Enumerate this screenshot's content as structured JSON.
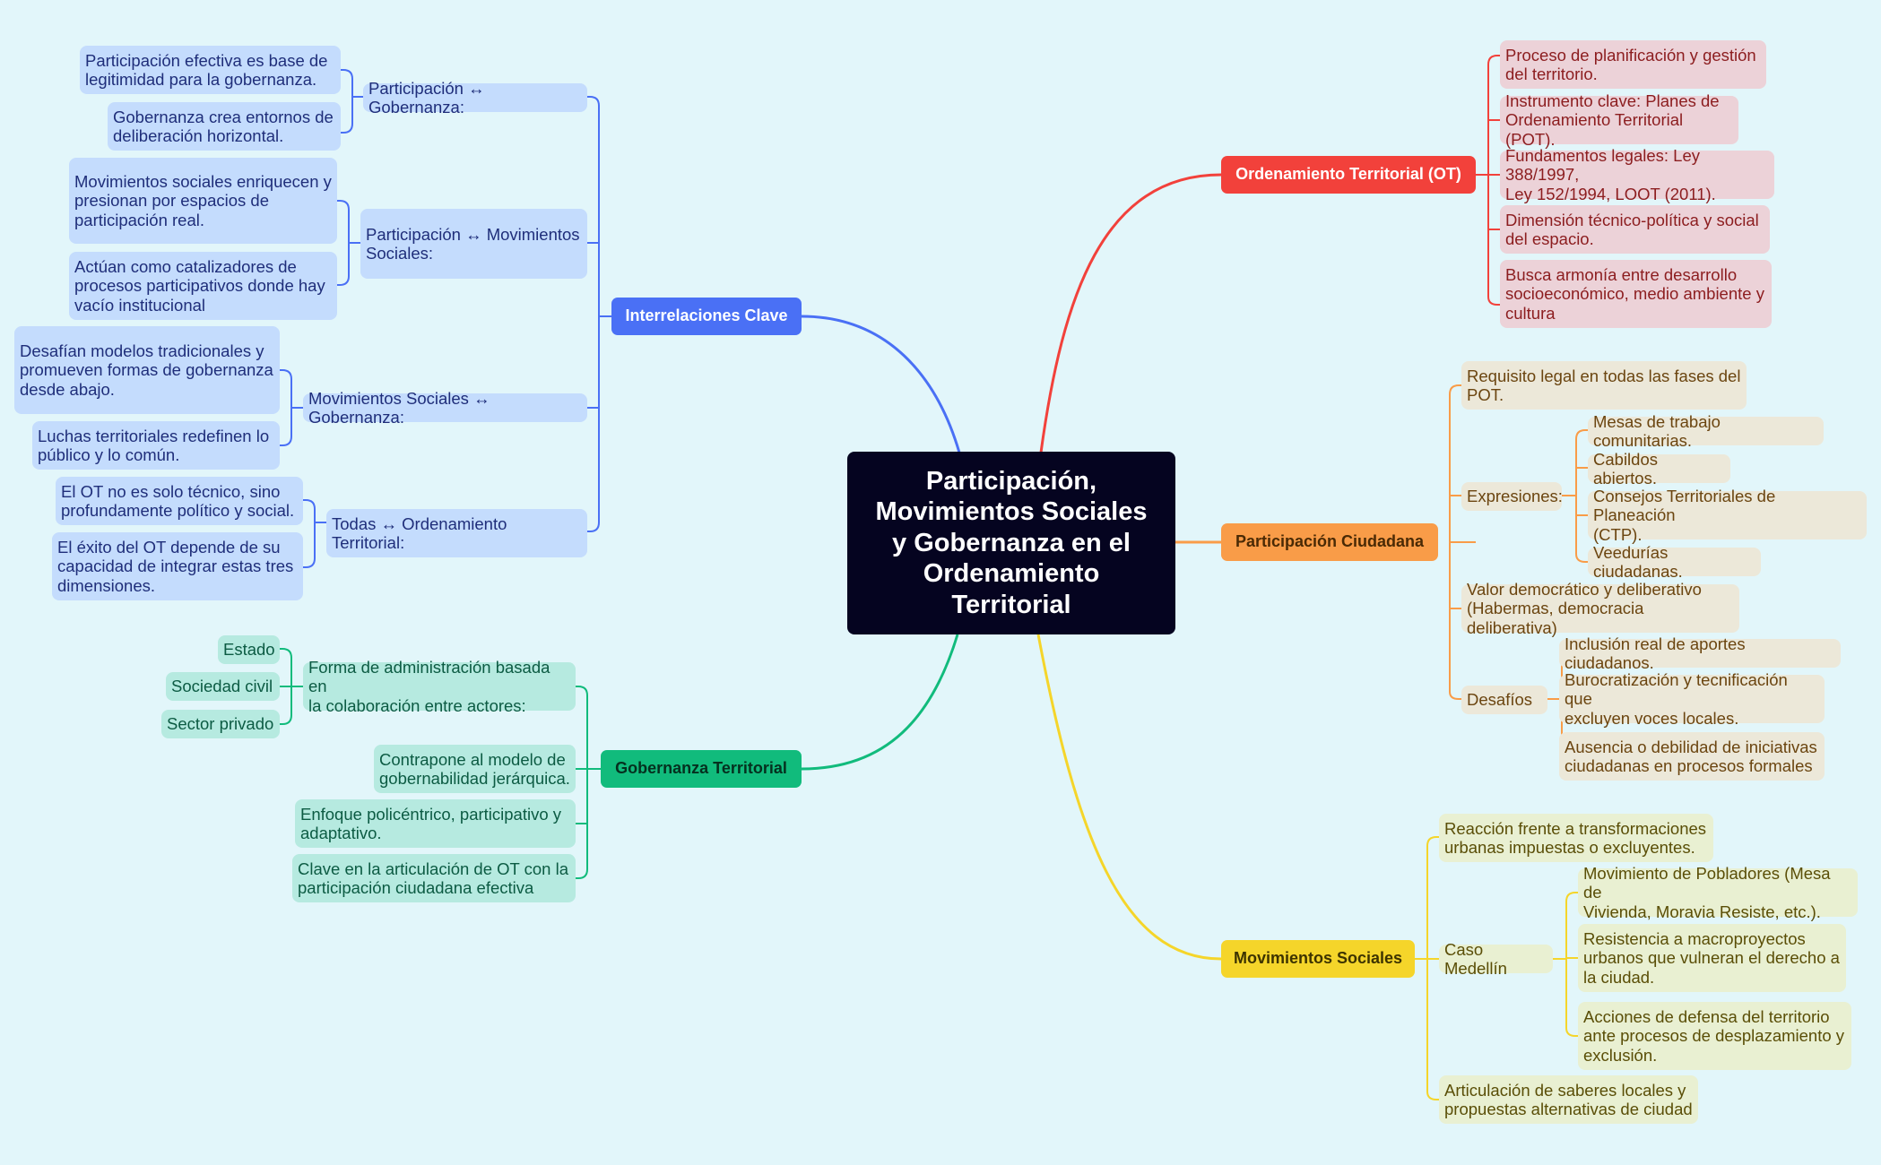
{
  "title": "Participación,\nMovimientos Sociales\ny Gobernanza en el\nOrdenamiento\nTerritorial",
  "colors": {
    "background": "#e2f6fa",
    "ordenamiento": "#f2413b",
    "participacion": "#f99c48",
    "movimientos": "#f5d52a",
    "gobernanza": "#11bb7c",
    "interrelaciones": "#4a70f5"
  },
  "ordenamiento": {
    "label": "Ordenamiento Territorial (OT)",
    "items": [
      "Proceso de planificación y gestión\ndel territorio.",
      "Instrumento clave: Planes de\nOrdenamiento Territorial (POT).",
      "Fundamentos legales: Ley 388/1997,\nLey 152/1994, LOOT (2011).",
      "Dimensión técnico-política y social\ndel espacio.",
      "Busca armonía entre desarrollo\nsocioeconómico, medio ambiente y\ncultura"
    ]
  },
  "participacion": {
    "label": "Participación Ciudadana",
    "requisito": "Requisito legal en todas las fases del\nPOT.",
    "expresiones": {
      "label": "Expresiones:",
      "items": [
        "Mesas de trabajo comunitarias.",
        "Cabildos abiertos.",
        "Consejos Territoriales de Planeación\n(CTP).",
        "Veedurías ciudadanas."
      ]
    },
    "valor": "Valor democrático y deliberativo\n(Habermas, democracia deliberativa)",
    "desafios": {
      "label": "Desafíos",
      "items": [
        "Inclusión real de aportes ciudadanos.",
        "Burocratización y tecnificación que\nexcluyen voces locales.",
        "Ausencia o debilidad de iniciativas\nciudadanas en procesos formales"
      ]
    }
  },
  "movimientos": {
    "label": "Movimientos Sociales",
    "reaccion": "Reacción frente a transformaciones\nurbanas impuestas o excluyentes.",
    "caso": {
      "label": "Caso Medellín",
      "items": [
        "Movimiento de Pobladores (Mesa de\nVivienda, Moravia Resiste, etc.).",
        "Resistencia a macroproyectos\nurbanos que vulneran el derecho a\nla ciudad.",
        "Acciones de defensa del territorio\nante procesos de desplazamiento y\nexclusión."
      ]
    },
    "articulacion": "Articulación de saberes locales y\npropuestas alternativas de ciudad"
  },
  "gobernanza": {
    "label": "Gobernanza Territorial",
    "forma": {
      "label": "Forma de administración basada en\nla colaboración entre actores:",
      "items": [
        "Estado",
        "Sociedad civil",
        "Sector privado"
      ]
    },
    "items": [
      "Contrapone al modelo de\ngobernabilidad jerárquica.",
      "Enfoque policéntrico, participativo y\nadaptativo.",
      "Clave en la articulación de OT con la\nparticipación ciudadana efectiva"
    ]
  },
  "interrelaciones": {
    "label": "Interrelaciones Clave",
    "groups": [
      {
        "label": "Participación ↔ Gobernanza:",
        "items": [
          "Participación efectiva es base de\nlegitimidad para la gobernanza.",
          "Gobernanza crea entornos de\ndeliberación horizontal."
        ]
      },
      {
        "label": "Participación ↔ Movimientos\nSociales:",
        "items": [
          "Movimientos sociales enriquecen y\npresionan por espacios de\nparticipación real.",
          "Actúan como catalizadores de\nprocesos participativos donde hay\nvacío institucional"
        ]
      },
      {
        "label": "Movimientos Sociales ↔ Gobernanza:",
        "items": [
          "Desafían modelos tradicionales y\npromueven formas de gobernanza\ndesde abajo.",
          "Luchas territoriales redefinen lo\npúblico y lo común."
        ]
      },
      {
        "label": "Todas ↔ Ordenamiento Territorial:",
        "items": [
          "El OT no es solo técnico, sino\nprofundamente político y social.",
          "El éxito del OT depende de su\ncapacidad de integrar estas tres\ndimensiones."
        ]
      }
    ]
  }
}
